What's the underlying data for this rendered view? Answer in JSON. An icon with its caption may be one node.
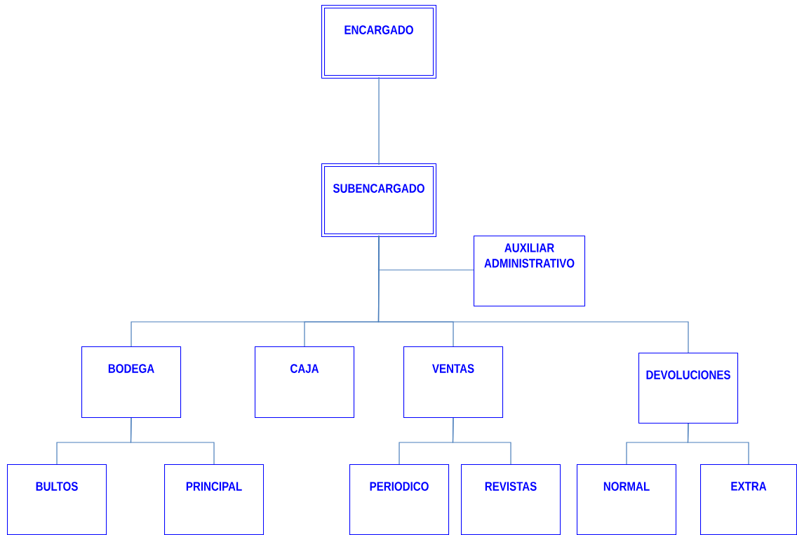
{
  "diagram": {
    "nodes": [
      {
        "text": [
          "ENCARGADO"
        ]
      },
      {
        "text": [
          "SUBENCARGADO"
        ]
      },
      {
        "text": [
          "AUXILIAR ADMINISTRATIVO"
        ]
      },
      {
        "text": [
          "BODEGA"
        ]
      },
      {
        "text": [
          "CAJA"
        ]
      },
      {
        "text": [
          "VENTAS"
        ]
      },
      {
        "text": [
          "DEVOLUCIONES"
        ]
      },
      {
        "text": [
          "BULTOS"
        ]
      },
      {
        "text": [
          "PRINCIPAL"
        ]
      },
      {
        "text": [
          "PERIODICO"
        ]
      },
      {
        "text": [
          "REVISTAS"
        ]
      },
      {
        "text": [
          "NORMAL"
        ]
      },
      {
        "text": [
          "EXTRA"
        ]
      }
    ],
    "edges": [
      {
        "from": 0,
        "to": 1,
        "arrow": "none"
      },
      {
        "from": 1,
        "to": 2,
        "arrow": "none"
      },
      {
        "from": 1,
        "to": 3,
        "arrow": "none"
      },
      {
        "from": 1,
        "to": 4,
        "arrow": "none"
      },
      {
        "from": 1,
        "to": 5,
        "arrow": "none"
      },
      {
        "from": 1,
        "to": 6,
        "arrow": "none"
      },
      {
        "from": 3,
        "to": 7,
        "arrow": "none"
      },
      {
        "from": 3,
        "to": 8,
        "arrow": "none"
      },
      {
        "from": 5,
        "to": 9,
        "arrow": "none"
      },
      {
        "from": 5,
        "to": 10,
        "arrow": "none"
      },
      {
        "from": 6,
        "to": 11,
        "arrow": "none"
      },
      {
        "from": 6,
        "to": 12,
        "arrow": "none"
      }
    ]
  }
}
